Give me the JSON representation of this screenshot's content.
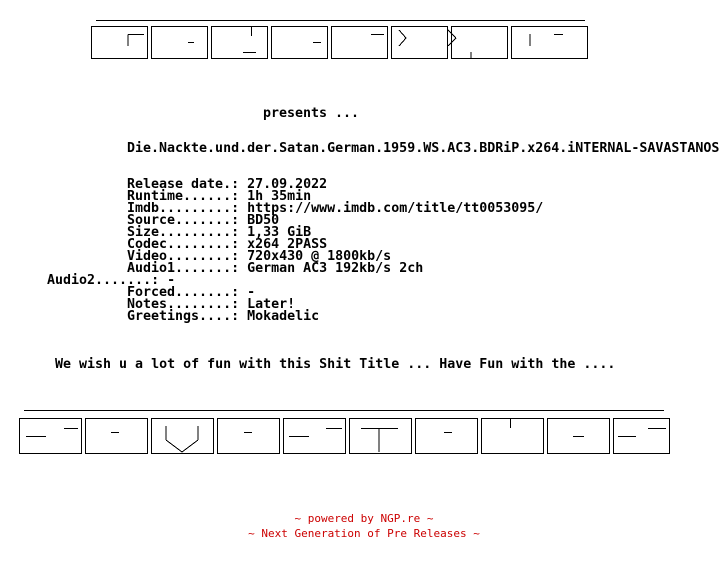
{
  "logo_top": {
    "text": "GOMORRHA"
  },
  "presents": "presents ...",
  "release_name": "Die.Nackte.und.der.Satan.German.1959.WS.AC3.BDRiP.x264.iNTERNAL-SAVASTANOS",
  "info": [
    {
      "label": "Release date.:",
      "value": "27.09.2022"
    },
    {
      "label": "Runtime......:",
      "value": "1h 35min"
    },
    {
      "label": "Imdb.........:",
      "value": "https://www.imdb.com/title/tt0053095/"
    },
    {
      "label": "Source.......:",
      "value": "BD50"
    },
    {
      "label": "Size.........:",
      "value": "1,33 GiB"
    },
    {
      "label": "Codec........:",
      "value": "x264 2PASS"
    },
    {
      "label": "Video........:",
      "value": "720x430 @ 1800kb/s"
    },
    {
      "label": "Audio1.......:",
      "value": "German AC3 192kb/s 2ch"
    },
    {
      "label": "Audio2.......:",
      "value": "-"
    },
    {
      "label": "Forced.......:",
      "value": "-"
    },
    {
      "label": "Notes........:",
      "value": "Later!"
    },
    {
      "label": "Greetings....:",
      "value": "Mokadelic"
    }
  ],
  "wish_line": "We wish u a lot of fun with this Shit Title ... Have Fun with the ....",
  "logo_bottom": {
    "text": "SAVASTANOS"
  },
  "footer": {
    "line1": "~ powered by NGP.re ~",
    "line2": "~ Next Generation of Pre Releases ~"
  }
}
